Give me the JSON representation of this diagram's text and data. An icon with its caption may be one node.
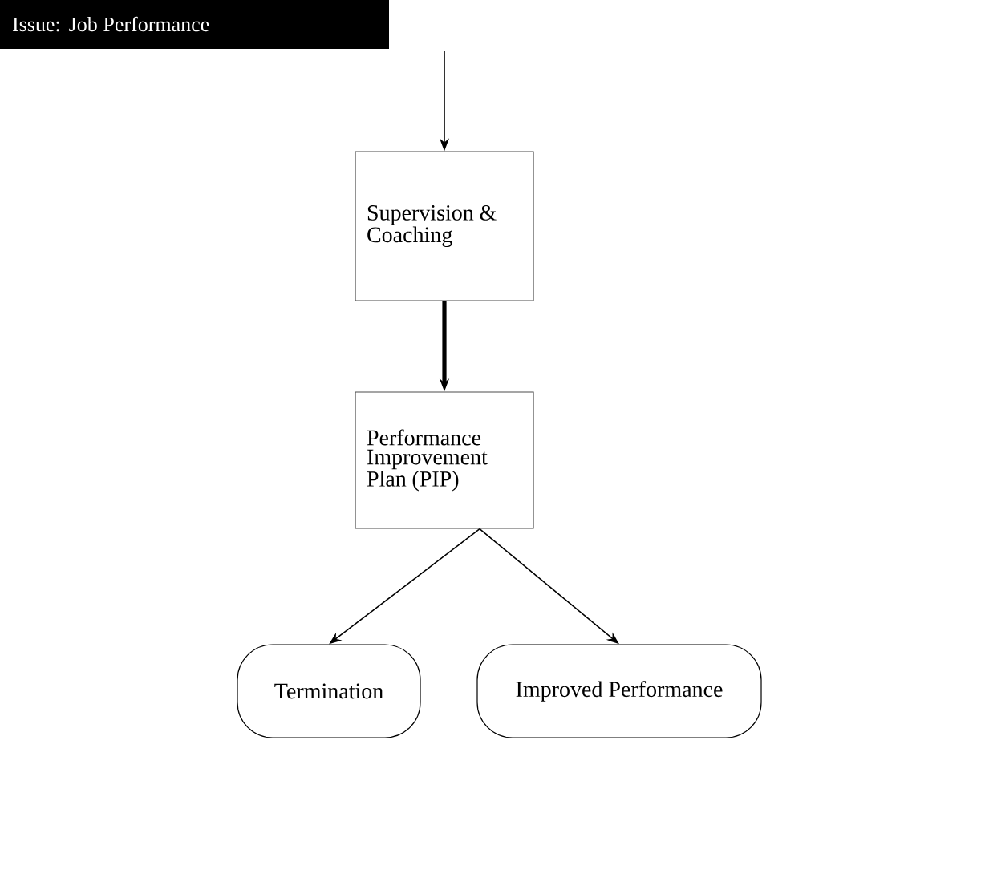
{
  "diagram": {
    "nodes": [
      {
        "text": [
          "Issue: Job Performance"
        ]
      },
      {
        "text": [
          "Supervision & Coaching"
        ]
      },
      {
        "text": [
          "Performance Improvement Plan (PIP)"
        ]
      },
      {
        "text": [
          "Termination"
        ]
      },
      {
        "text": [
          "Improved Performance"
        ]
      }
    ],
    "edges": [
      {
        "from": 0,
        "to": 1,
        "arrow": "to"
      },
      {
        "from": 1,
        "to": 2,
        "arrow": "to",
        "style": "thick"
      },
      {
        "from": 2,
        "to": 3,
        "arrow": "to"
      },
      {
        "from": 2,
        "to": 4,
        "arrow": "to"
      }
    ]
  }
}
